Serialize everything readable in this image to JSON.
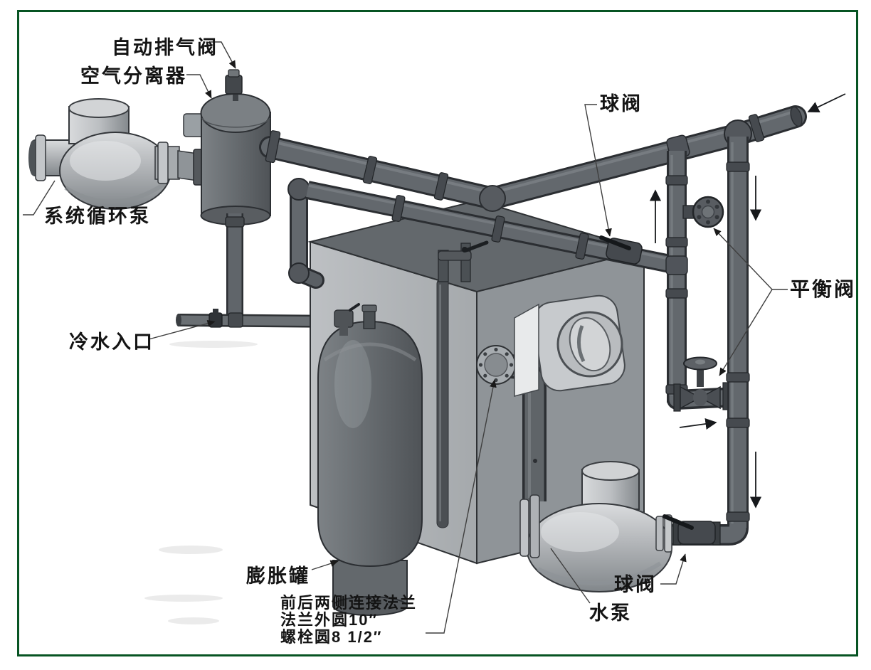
{
  "labels": {
    "auto_vent": "自动排气阀",
    "air_separator": "空气分离器",
    "system_pump": "系统循环泵",
    "cold_water_inlet": "冷水入口",
    "ball_valve_top": "球阀",
    "balancing_valve": "平衡阀",
    "expansion_tank": "膨胀罐",
    "flange_note": {
      "line1": "前后两侧连接法兰",
      "line2": "法兰外圆10″",
      "line3": "螺栓圆8 1/2″"
    },
    "water_pump": "水泵",
    "ball_valve_bottom": "球阀"
  },
  "colors": {
    "border": "#075423",
    "pipe": "#63686d",
    "pipe_outline": "#2b2e32",
    "fitting": "#45494e",
    "metal_light": "#c9ccce",
    "box_top": "#63686c",
    "box_left": "#b5b8bb",
    "box_right": "#8f9498",
    "vessel": "#6f7478",
    "text": "#141414"
  }
}
